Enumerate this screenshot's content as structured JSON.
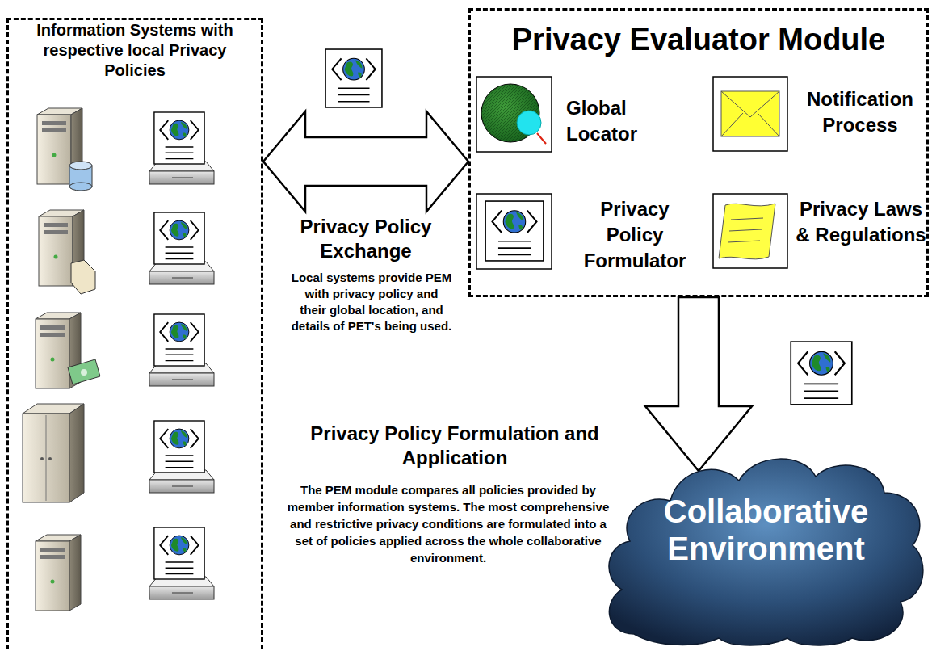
{
  "diagram": {
    "nodes": [
      {
        "text": [
          "Information Systems with respective local Privacy Policies"
        ]
      },
      {
        "text": [
          "Privacy Evaluator Module"
        ]
      },
      {
        "text": [
          "Global Locator"
        ],
        "in": 1
      },
      {
        "text": [
          "Notification Process"
        ],
        "in": 1
      },
      {
        "text": [
          "Privacy Policy Formulator"
        ],
        "in": 1
      },
      {
        "text": [
          "Privacy Laws & Regulations"
        ],
        "in": 1
      },
      {
        "text": [
          "Collaborative Environment"
        ]
      }
    ],
    "edges": [
      {
        "from": 0,
        "to": 1,
        "arrow": "both",
        "label": "Privacy Policy Exchange"
      },
      {
        "from": 1,
        "to": 6,
        "arrow": "to"
      }
    ],
    "labels": [
      "Local systems provide PEM with privacy policy and their global location, and details of PET's being used.",
      "Privacy Policy Formulation and Application",
      "The PEM module compares all policies provided by member information systems. The most comprehensive and restrictive privacy conditions are formulated into a set of policies applied across the whole collaborative environment."
    ]
  }
}
